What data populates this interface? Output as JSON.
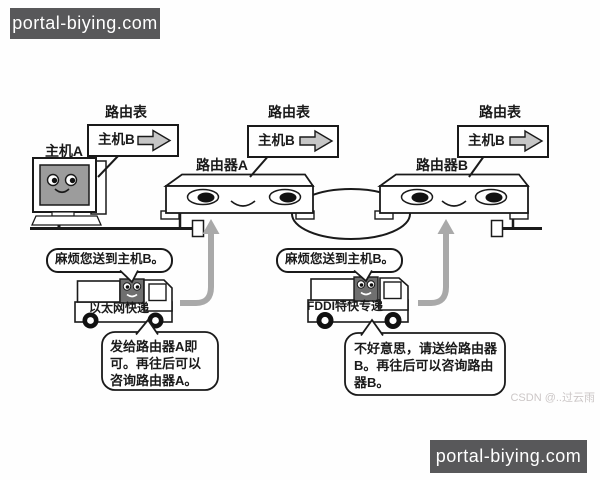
{
  "watermarks": {
    "top_left": {
      "text": "portal-biying.com"
    },
    "bottom_right": {
      "text": "portal-biying.com"
    },
    "csdn": {
      "text": "CSDN @..过云雨"
    }
  },
  "diagram": {
    "host_a": {
      "label": "主机A"
    },
    "router_a": {
      "label": "路由器A"
    },
    "router_b": {
      "label": "路由器B"
    },
    "routing_tables": [
      {
        "owner": "host-a",
        "title": "路由表",
        "entry": "主机B",
        "arrow_icon": "right-block-arrow"
      },
      {
        "owner": "router-a",
        "title": "路由表",
        "entry": "主机B",
        "arrow_icon": "right-block-arrow"
      },
      {
        "owner": "router-b",
        "title": "路由表",
        "entry": "主机B",
        "arrow_icon": "right-block-arrow"
      }
    ],
    "bubbles": {
      "request_left": "麻烦您送到主机B。",
      "request_right": "麻烦您送到主机B。",
      "reply_left": "发给路由器A即可。再往后可以咨询路由器A。",
      "reply_right": "不好意思，请送给路由器B。再往后可以咨询路由器B。"
    },
    "trucks": {
      "ethernet": {
        "label": "以太网快递"
      },
      "fddi": {
        "label": "FDDI特快专递"
      }
    }
  },
  "icons": {
    "routing_table_arrow": "right-block-arrow",
    "delivery_arrow": "up-curved-gray-arrow"
  },
  "colors": {
    "watermark_bg": "#58585a",
    "watermark_text": "#ffffff",
    "outline": "#1a1a1a",
    "gray_arrow": "#a9a9a9",
    "table_arrow_fill": "#c6c6c6",
    "screen_fill": "#9c9c9c",
    "truck_face_fill": "#6f6f6f",
    "csdn_text": "#ccc7c7"
  }
}
